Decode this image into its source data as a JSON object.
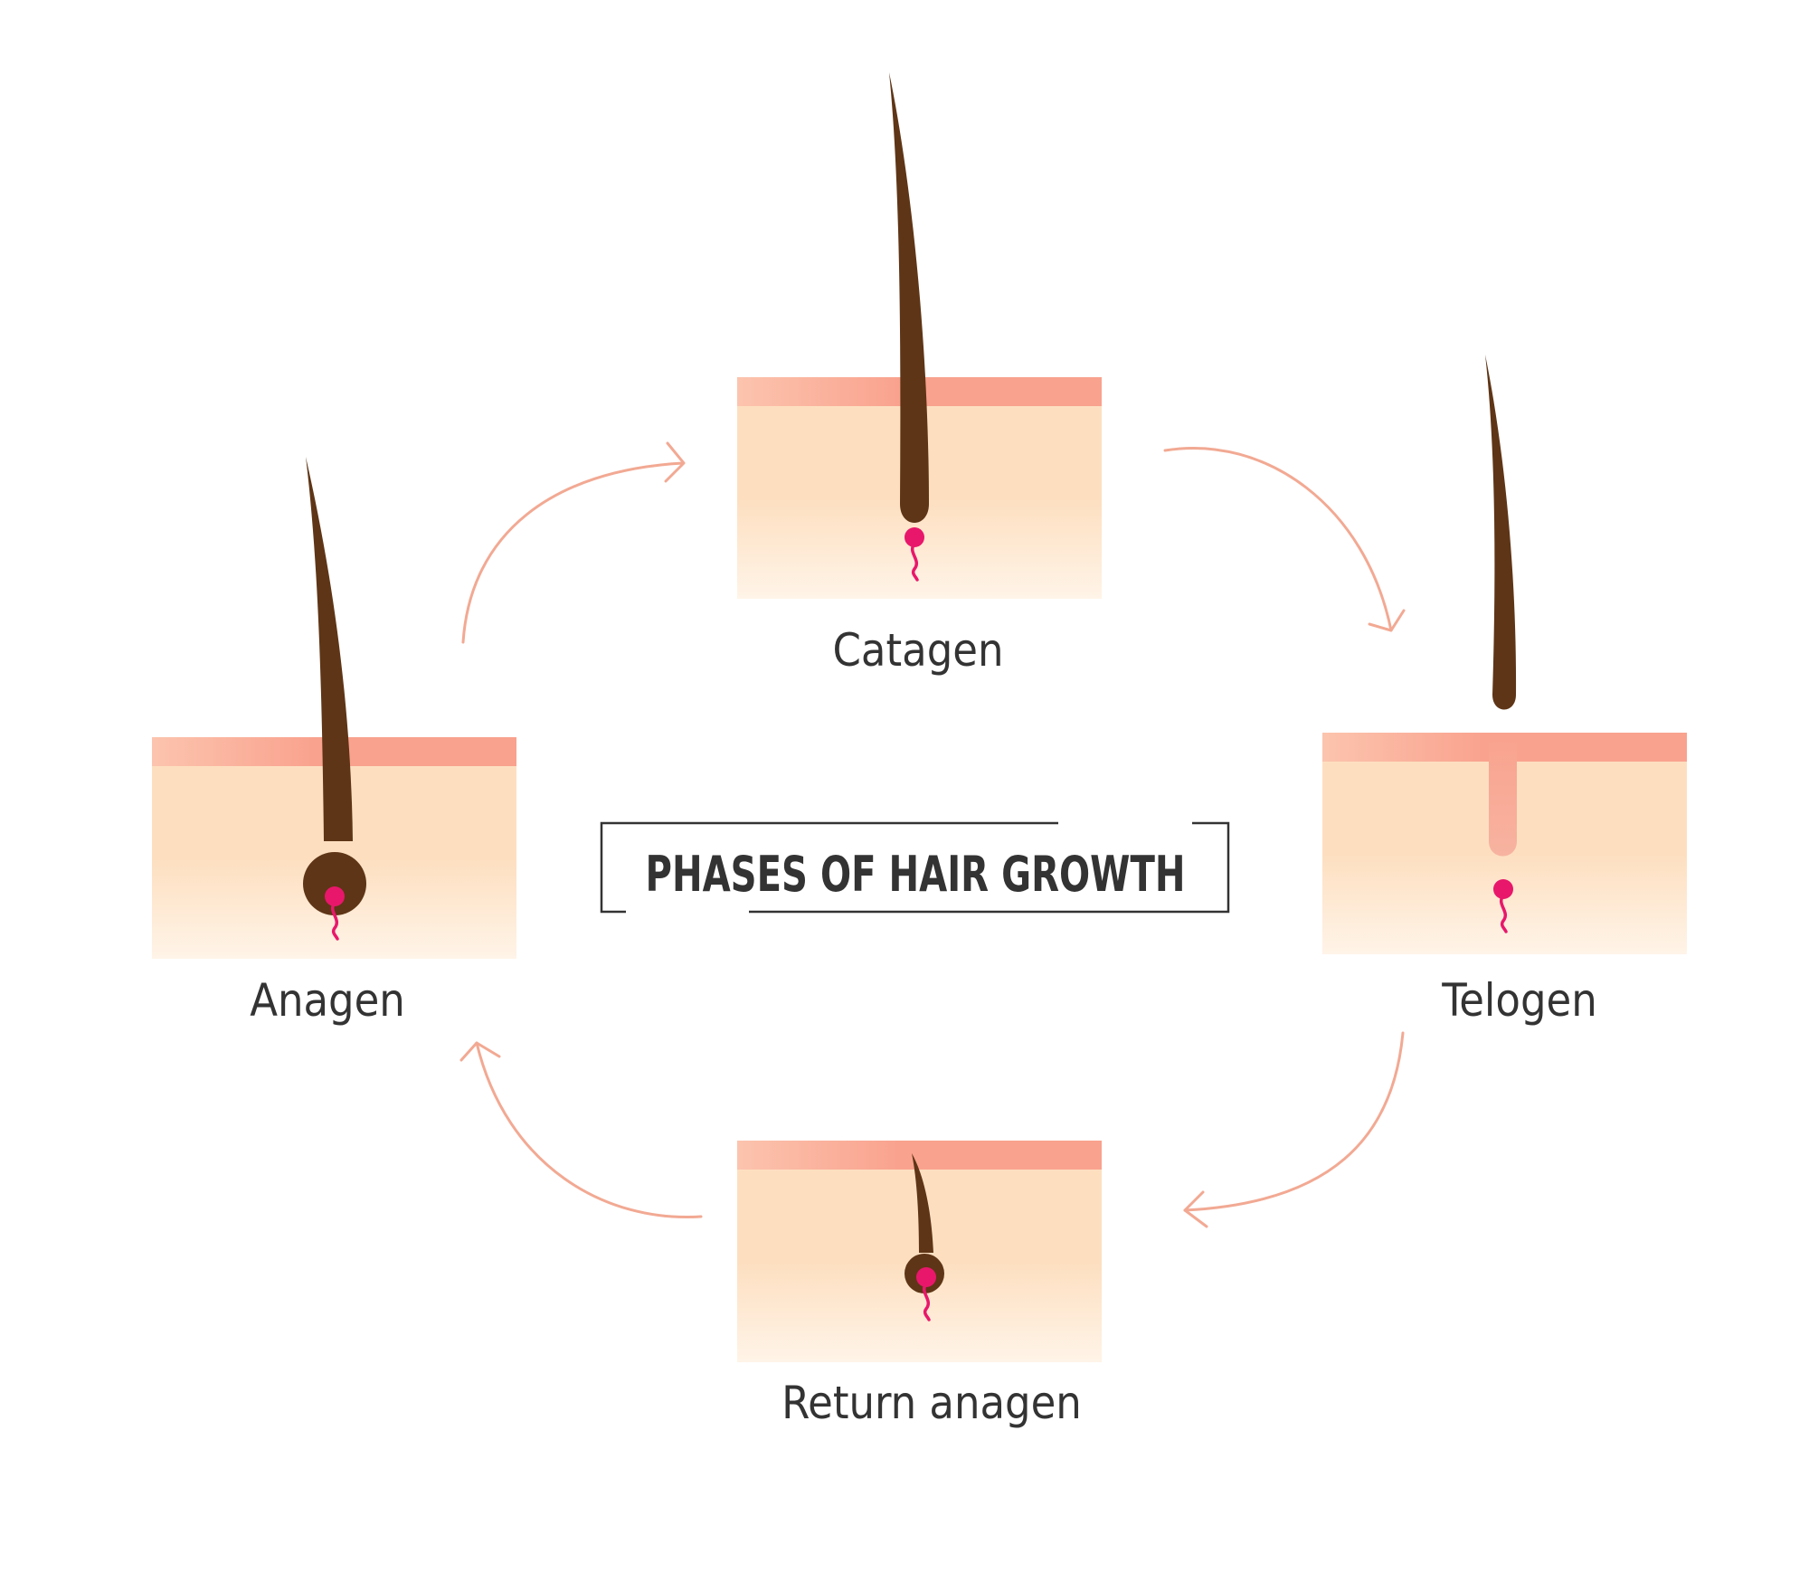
{
  "title": "PHASES OF HAIR GROWTH",
  "phases": [
    {
      "label": "Anagen"
    },
    {
      "label": "Catagen"
    },
    {
      "label": "Telogen"
    },
    {
      "label": "Return anagen"
    }
  ],
  "colors": {
    "skin": "#FDDFC0",
    "skin_fade": "#FFF4E8",
    "epidermis": "#F9A28E",
    "epidermis_light": "#FCC4AE",
    "hair": "#5E3516",
    "papilla": "#E8176B",
    "arrow": "#F2A993",
    "text": "#333333",
    "frame": "#333333",
    "empty_follicle": "#F7B3A0"
  },
  "icons": [
    "hair-strand-icon",
    "dermal-papilla-icon",
    "cycle-arrow-icon"
  ]
}
